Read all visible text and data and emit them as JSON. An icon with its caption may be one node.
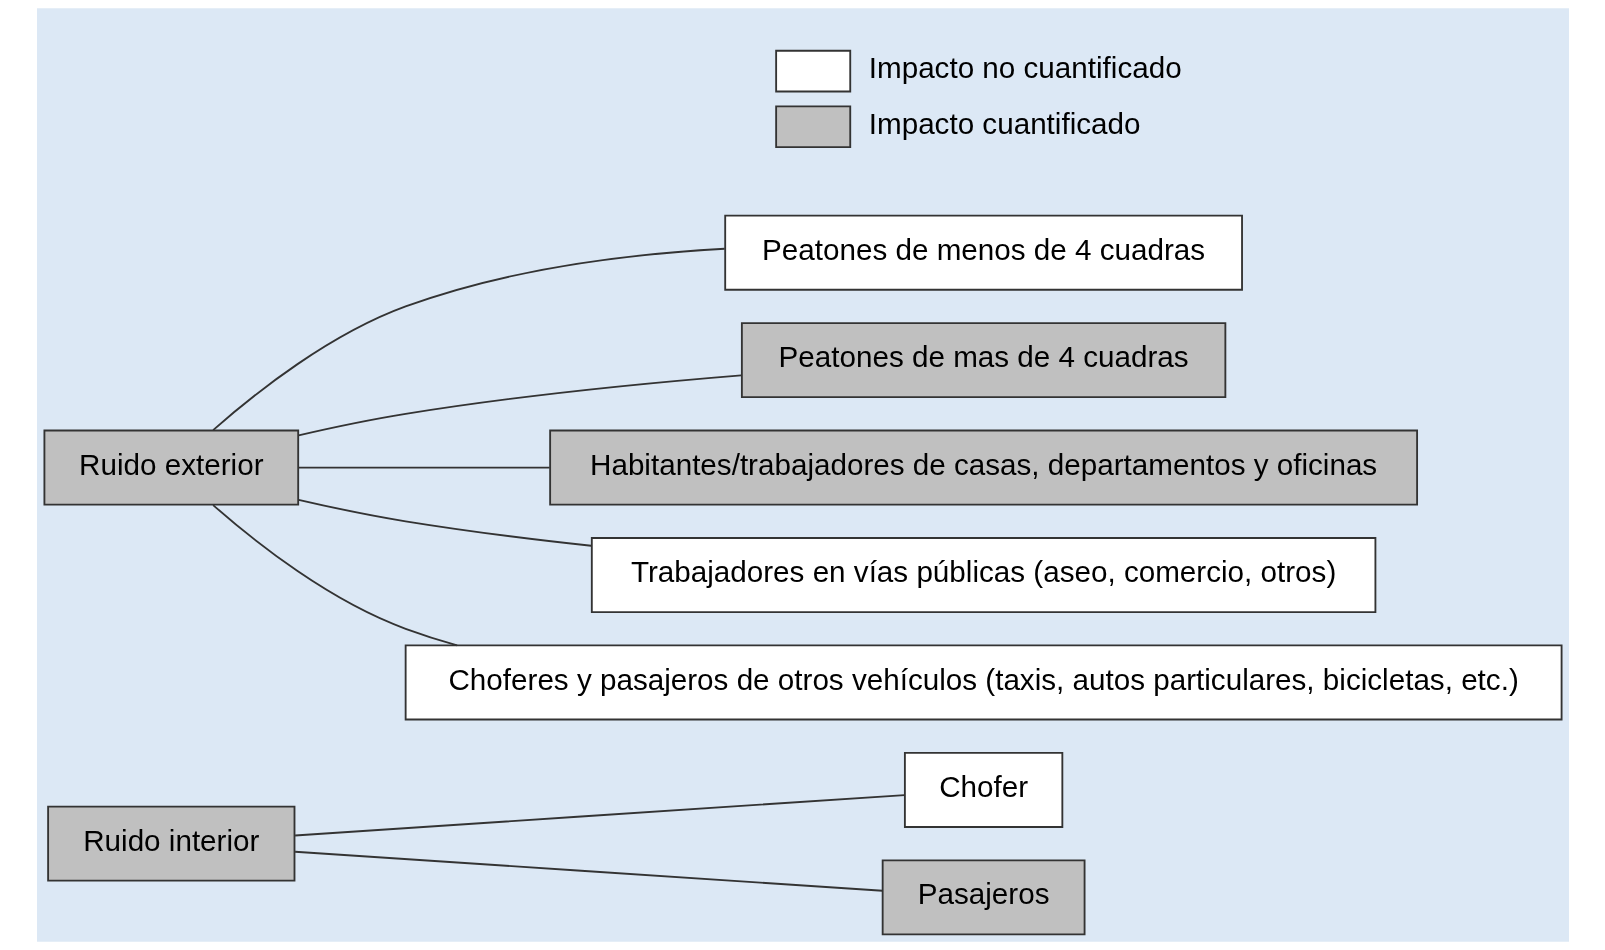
{
  "diagram": {
    "nodes": [
      {
        "text": [
          "Ruido interior"
        ]
      },
      {
        "text": [
          "Chofer"
        ]
      },
      {
        "text": [
          "Pasajeros"
        ]
      },
      {
        "text": [
          "Ruido exterior"
        ]
      },
      {
        "text": [
          "Peatones de menos de 4 cuadras"
        ]
      },
      {
        "text": [
          "Peatones de mas de 4 cuadras"
        ]
      },
      {
        "text": [
          "Habitantes/trabajadores de casas, departamentos y oficinas"
        ]
      },
      {
        "text": [
          "Trabajadores en vías públicas (aseo, comercio, otros)"
        ]
      },
      {
        "text": [
          "Choferes y pasajeros de otros vehículos (taxis, autos particulares, bicicletas, etc.)"
        ]
      }
    ],
    "edges": [
      {
        "from": 0,
        "to": 1,
        "arrow": "none"
      },
      {
        "from": 0,
        "to": 2,
        "arrow": "none"
      },
      {
        "from": 3,
        "to": 4,
        "arrow": "none"
      },
      {
        "from": 3,
        "to": 5,
        "arrow": "none"
      },
      {
        "from": 3,
        "to": 6,
        "arrow": "none"
      },
      {
        "from": 3,
        "to": 7,
        "arrow": "none"
      },
      {
        "from": 3,
        "to": 8,
        "arrow": "none"
      }
    ],
    "legend": [
      {
        "text": "Impacto no cuantificado",
        "color": "#ffffff"
      },
      {
        "text": "Impacto cuantificado",
        "color": "#c0c0c0"
      }
    ]
  }
}
